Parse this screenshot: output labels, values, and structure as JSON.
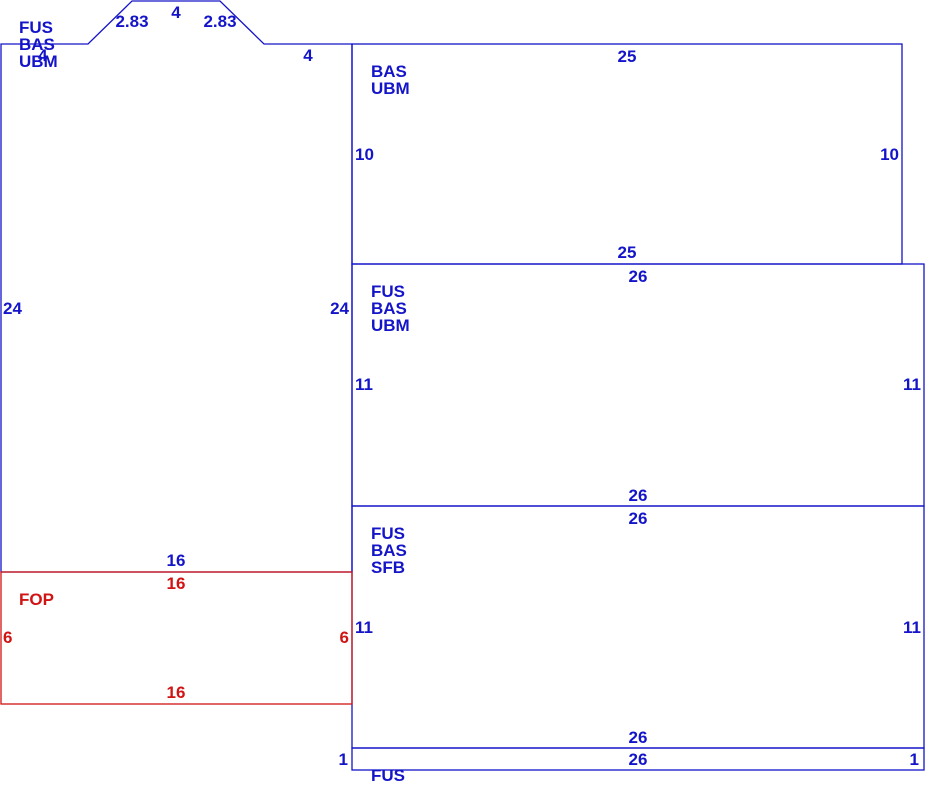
{
  "colors": {
    "structure": "#1414c8",
    "porch": "#d01414",
    "background": "#ffffff"
  },
  "areas": {
    "main_house": {
      "codes": [
        "FUS",
        "BAS",
        "UBM"
      ],
      "dims": {
        "bay_left": "2.83",
        "bay_top": "4",
        "bay_right": "2.83",
        "right_top": "4",
        "left_side": "24",
        "right_side": "24",
        "bottom": "16",
        "overlap_mark": "4"
      }
    },
    "wing_top": {
      "codes": [
        "BAS",
        "UBM"
      ],
      "dims": {
        "top": "25",
        "left": "10",
        "right": "10",
        "bottom": "25"
      }
    },
    "wing_middle": {
      "codes": [
        "FUS",
        "BAS",
        "UBM"
      ],
      "dims": {
        "top": "26",
        "left": "11",
        "right": "11",
        "bottom": "26"
      }
    },
    "wing_lower": {
      "codes": [
        "FUS",
        "BAS",
        "SFB"
      ],
      "dims": {
        "top": "26",
        "left": "11",
        "right": "11",
        "bottom": "26"
      }
    },
    "strip": {
      "codes": [
        "FUS"
      ],
      "dims": {
        "top": "26",
        "left": "1",
        "right": "1"
      }
    },
    "porch": {
      "codes": [
        "FOP"
      ],
      "dims": {
        "top": "16",
        "left": "6",
        "right": "6",
        "bottom": "16"
      }
    }
  }
}
